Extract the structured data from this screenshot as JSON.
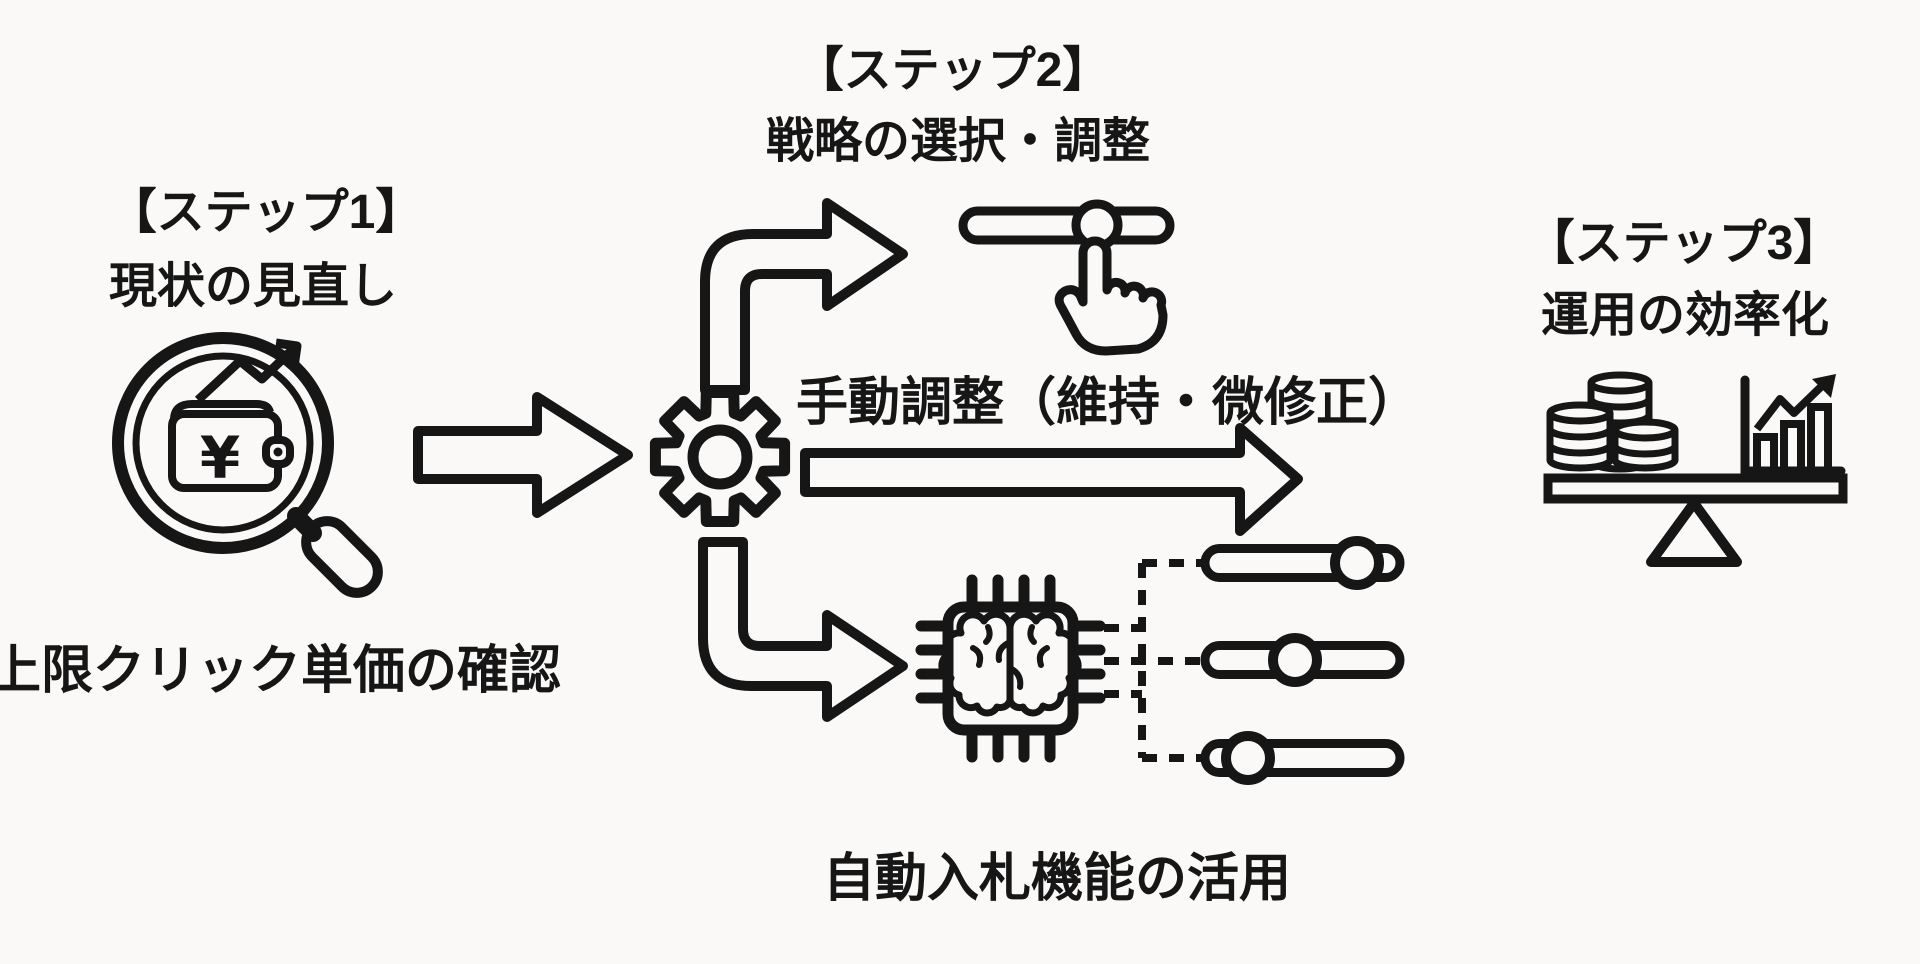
{
  "canvas": {
    "background": "#faf9f8",
    "ink": "#161616"
  },
  "steps": {
    "step1": {
      "title": "【ステップ1】",
      "subtitle": "現状の見直し",
      "caption": "上限クリック単価の確認"
    },
    "step2": {
      "title": "【ステップ2】",
      "subtitle": "戦略の選択・調整"
    },
    "step3": {
      "title": "【ステップ3】",
      "subtitle": "運用の効率化"
    }
  },
  "branches": {
    "manual": {
      "label": "手動調整（維持・微修正）"
    },
    "auto": {
      "label": "自動入札機能の活用"
    }
  },
  "icons": {
    "yen_symbol": "¥"
  }
}
